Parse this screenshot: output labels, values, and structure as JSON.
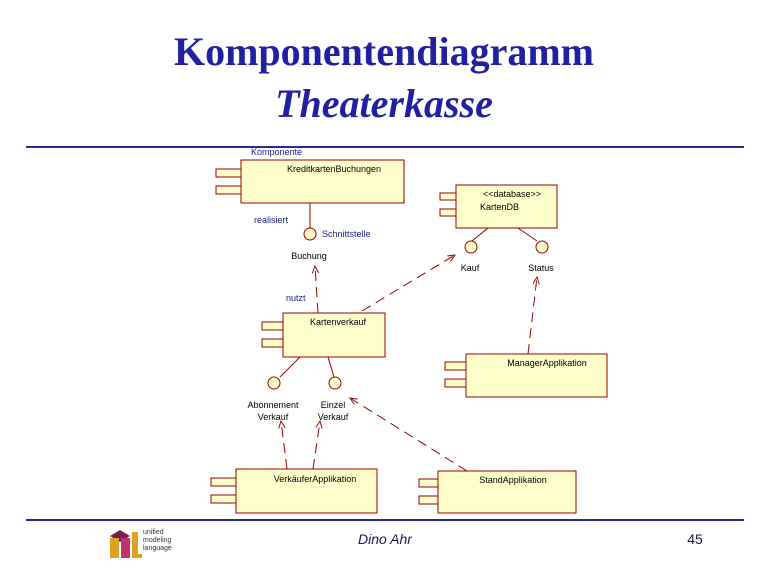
{
  "slide": {
    "title": "Komponentendiagramm",
    "subtitle": "Theaterkasse",
    "author": "Dino Ahr",
    "page_number": "45"
  },
  "logo": {
    "line1": "unified",
    "line2": "modeling",
    "line3": "language"
  },
  "diagram": {
    "annotations": {
      "komponente": "Komponente",
      "realisiert": "realisiert",
      "schnittstelle": "Schnittstelle",
      "nutzt": "nutzt"
    },
    "components": {
      "kreditkarten": "KreditkartenBuchungen",
      "kartendb_stereotype": "<<database>>",
      "kartendb_name": "KartenDB",
      "kartenverkauf": "Kartenverkauf",
      "manager": "ManagerApplikation",
      "verkaeufer": "VerkäuferApplikation",
      "stand": "StandApplikation"
    },
    "interfaces": {
      "buchung": "Buchung",
      "kauf": "Kauf",
      "status": "Status",
      "abonnement_line1": "Abonnement",
      "abonnement_line2": "Verkauf",
      "einzel_line1": "Einzel",
      "einzel_line2": "Verkauf"
    },
    "colors": {
      "component_fill": "#ffffcc",
      "interface_fill": "#ffffcc",
      "line": "#990000",
      "annotation": "#1a1a90",
      "title": "#2020a0"
    }
  }
}
